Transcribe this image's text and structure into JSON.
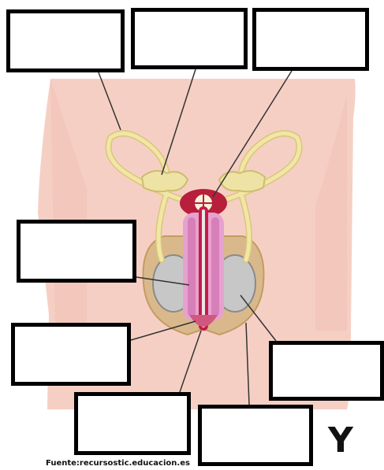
{
  "diagram": {
    "corner_letter": "Y",
    "source_credit": "Fuente:recursostic.educacion.es",
    "label_boxes": [
      {
        "id": "box-1",
        "text": ""
      },
      {
        "id": "box-2",
        "text": ""
      },
      {
        "id": "box-3",
        "text": ""
      },
      {
        "id": "box-4",
        "text": ""
      },
      {
        "id": "box-5",
        "text": ""
      },
      {
        "id": "box-6",
        "text": ""
      },
      {
        "id": "box-7",
        "text": ""
      },
      {
        "id": "box-8",
        "text": ""
      }
    ],
    "colors": {
      "skin": "#f6cfc4",
      "skin_shadow": "#efb9ab",
      "duct": "#f2e6a6",
      "duct_outline": "#d8c77a",
      "erectile_tissue": "#e6a2cf",
      "urethra": "#c51b46",
      "scrotum": "#d9b98c",
      "testis": "#c7c7c7",
      "bladder": "#b81f3d",
      "box_border": "#000000",
      "leader_line": "#333333"
    }
  }
}
